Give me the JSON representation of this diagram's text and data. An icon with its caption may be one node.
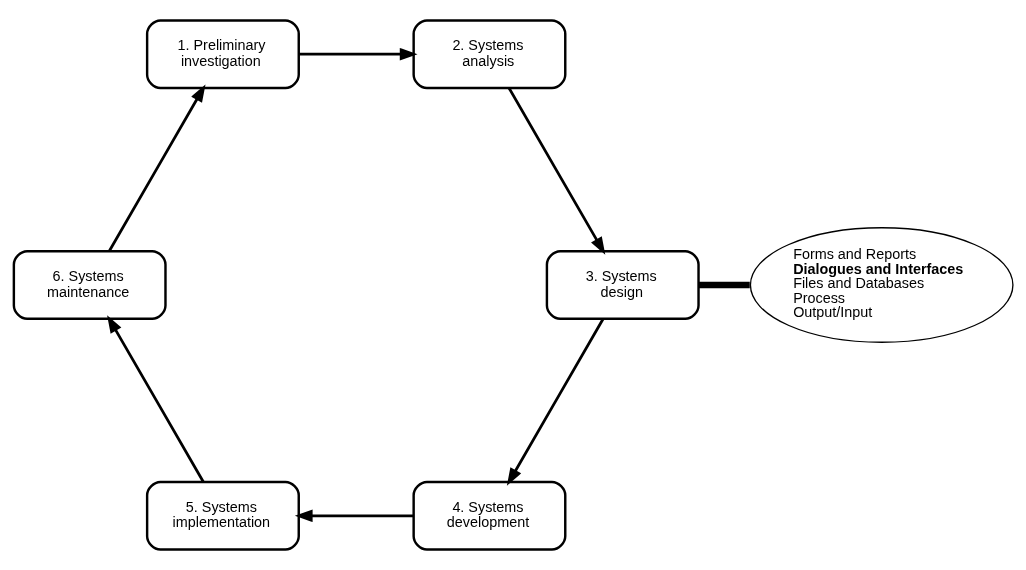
{
  "diagram": {
    "nodes": [
      {
        "text": [
          "1. Preliminary investigation"
        ]
      },
      {
        "text": [
          "2. Systems analysis"
        ]
      },
      {
        "text": [
          "3. Systems design"
        ]
      },
      {
        "text": [
          "4. Systems development"
        ]
      },
      {
        "text": [
          "5. Systems implementation"
        ]
      },
      {
        "text": [
          "6. Systems maintenance"
        ]
      },
      {
        "text": [
          "Forms and Reports",
          "**Dialogues and Interfaces**",
          "Files and Databases",
          "Process",
          "Output/Input"
        ]
      }
    ],
    "edges": [
      {
        "from": 0,
        "to": 1,
        "arrow": "to"
      },
      {
        "from": 1,
        "to": 2,
        "arrow": "to"
      },
      {
        "from": 2,
        "to": 3,
        "arrow": "to"
      },
      {
        "from": 3,
        "to": 4,
        "arrow": "to"
      },
      {
        "from": 4,
        "to": 5,
        "arrow": "to"
      },
      {
        "from": 5,
        "to": 0,
        "arrow": "to"
      },
      {
        "from": 2,
        "to": 6,
        "arrow": "none",
        "style": "thick"
      }
    ]
  }
}
